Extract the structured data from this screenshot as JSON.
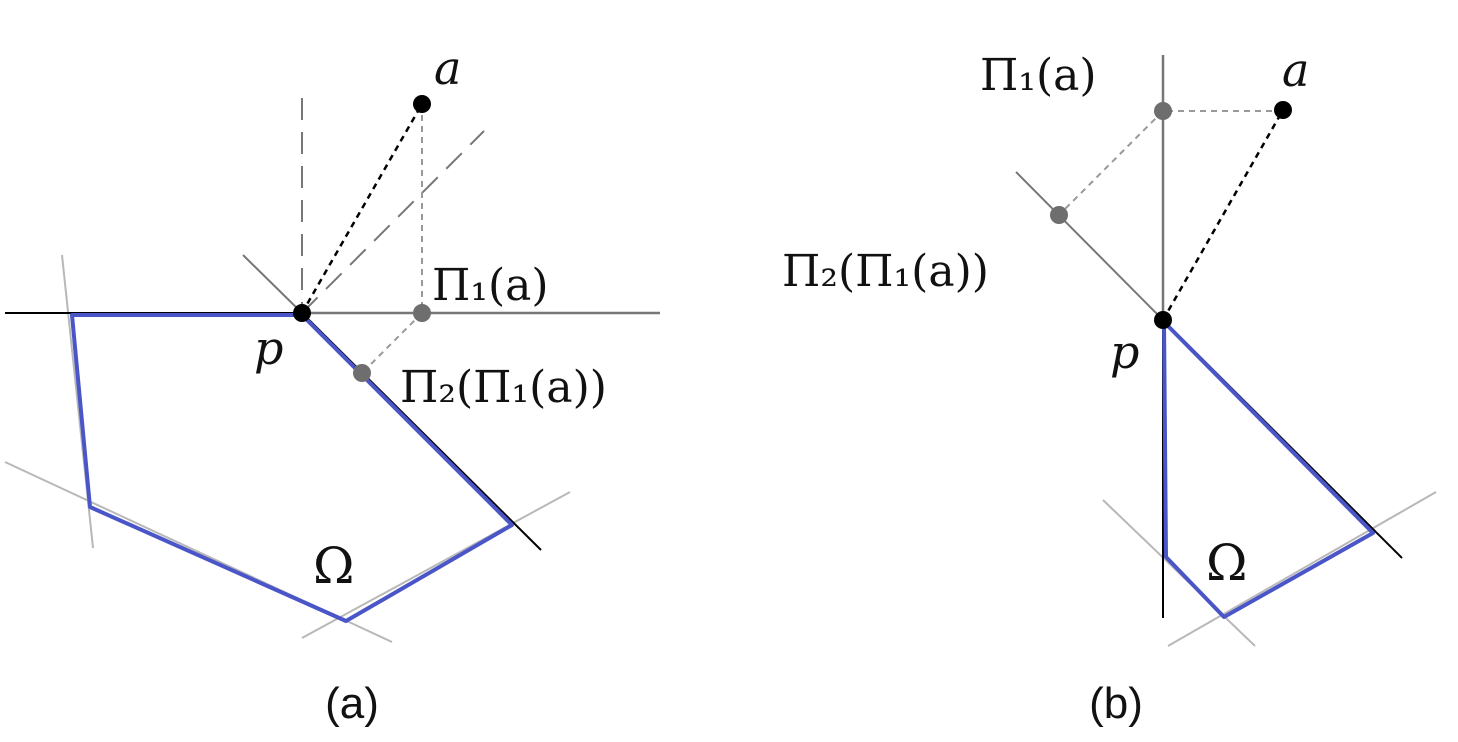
{
  "panels": [
    {
      "caption": "(a)",
      "labels": {
        "a": "a",
        "p": "p",
        "pi1": "Π₁(a)",
        "pi2": "Π₂(Π₁(a))",
        "omega": "Ω"
      }
    },
    {
      "caption": "(b)",
      "labels": {
        "a": "a",
        "p": "p",
        "pi1": "Π₁(a)",
        "pi2": "Π₂(Π₁(a))",
        "omega": "Ω"
      }
    }
  ],
  "colors": {
    "polygon": "#4a55c8",
    "construction": "#b8b8b8",
    "axis": "#777777",
    "projection_point": "#6e6e6e",
    "point": "#000000"
  }
}
